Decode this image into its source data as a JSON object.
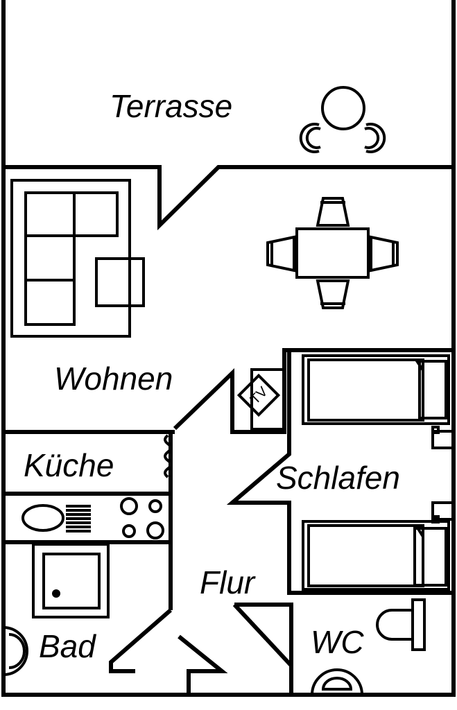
{
  "rooms": {
    "terrasse": "Terrasse",
    "wohnen": "Wohnen",
    "kueche": "Küche",
    "schlafen": "Schlafen",
    "flur": "Flur",
    "bad": "Bad",
    "wc": "WC"
  },
  "furniture": {
    "tv": "TV"
  }
}
